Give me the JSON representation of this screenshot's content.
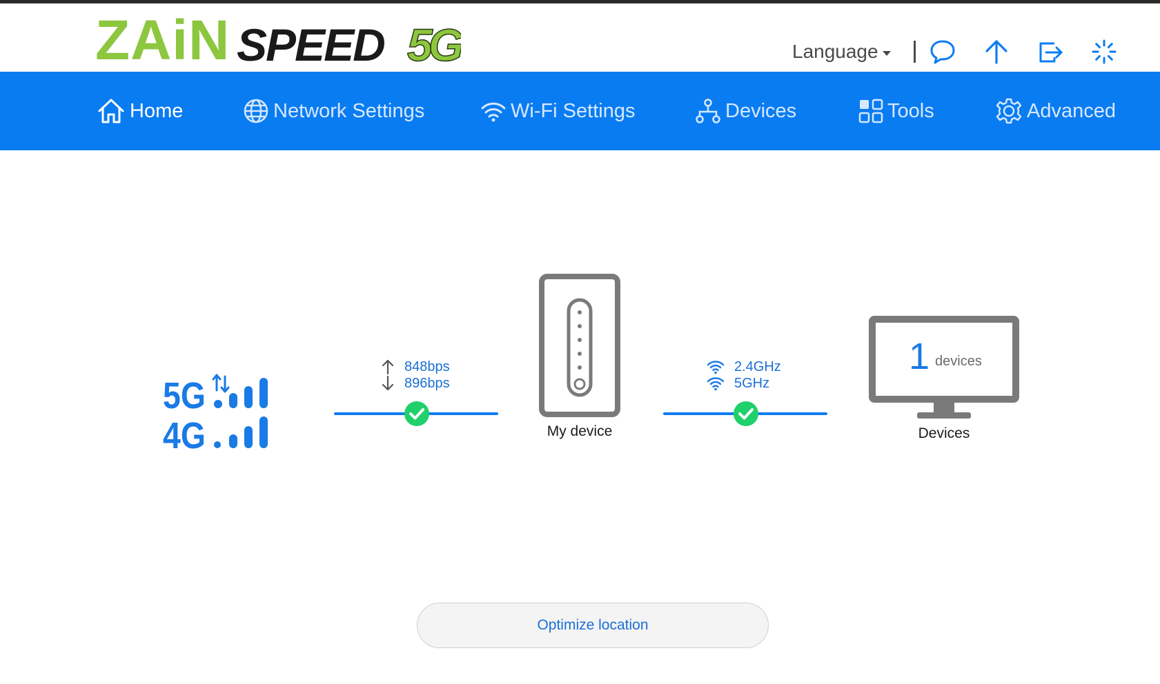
{
  "header": {
    "logo_text_zain": "ZAiN",
    "logo_text_speed": "SPEED",
    "logo_text_5g": "5G",
    "language_label": "Language",
    "icons": [
      "message-icon",
      "upload-arrow-icon",
      "logout-icon",
      "loading-spinner-icon"
    ]
  },
  "nav": {
    "items": [
      {
        "label": "Home",
        "icon": "home-icon"
      },
      {
        "label": "Network Settings",
        "icon": "globe-icon"
      },
      {
        "label": "Wi-Fi Settings",
        "icon": "wifi-icon"
      },
      {
        "label": "Devices",
        "icon": "network-devices-icon"
      },
      {
        "label": "Tools",
        "icon": "tools-grid-icon"
      },
      {
        "label": "Advanced",
        "icon": "gear-icon"
      }
    ]
  },
  "status": {
    "network_5g": "5G",
    "network_4g": "4G",
    "upload_speed": "848bps",
    "download_speed": "896bps",
    "router_label": "My device",
    "wifi_band_1": "2.4GHz",
    "wifi_band_2": "5GHz",
    "device_count": "1",
    "device_count_unit": "devices",
    "devices_label": "Devices"
  },
  "actions": {
    "optimize_label": "Optimize location"
  },
  "colors": {
    "brand_blue": "#0a7cf2",
    "zain_green": "#8dc63f",
    "check_green": "#1fd06b",
    "text_blue": "#1a6fd6"
  }
}
